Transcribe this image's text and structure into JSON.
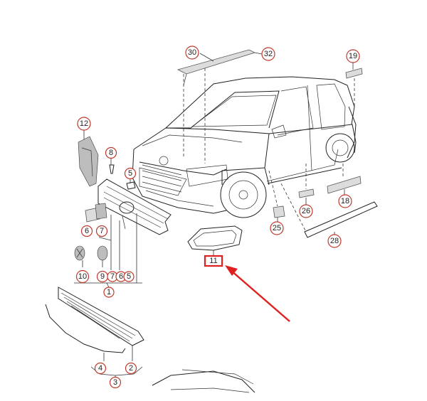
{
  "diagram": {
    "callouts": [
      {
        "id": "c30",
        "label": "30"
      },
      {
        "id": "c32",
        "label": "32"
      },
      {
        "id": "c19",
        "label": "19"
      },
      {
        "id": "c12",
        "label": "12"
      },
      {
        "id": "c8",
        "label": "8"
      },
      {
        "id": "c5",
        "label": "5"
      },
      {
        "id": "c6",
        "label": "6"
      },
      {
        "id": "c7",
        "label": "7"
      },
      {
        "id": "c10",
        "label": "10"
      },
      {
        "id": "c9",
        "label": "9"
      },
      {
        "id": "c7b",
        "label": "7"
      },
      {
        "id": "c6b",
        "label": "6"
      },
      {
        "id": "c5b",
        "label": "5"
      },
      {
        "id": "c1",
        "label": "1"
      },
      {
        "id": "c4",
        "label": "4"
      },
      {
        "id": "c2",
        "label": "2"
      },
      {
        "id": "c3",
        "label": "3"
      },
      {
        "id": "c11",
        "label": "11"
      },
      {
        "id": "c25",
        "label": "25"
      },
      {
        "id": "c26",
        "label": "26"
      },
      {
        "id": "c18",
        "label": "18"
      },
      {
        "id": "c28",
        "label": "28"
      }
    ],
    "highlight": {
      "target": "11",
      "color": "#e0201e"
    },
    "colors": {
      "callout_ring": "#c0392b",
      "arrow": "#e0201e",
      "line": "#222222"
    }
  }
}
